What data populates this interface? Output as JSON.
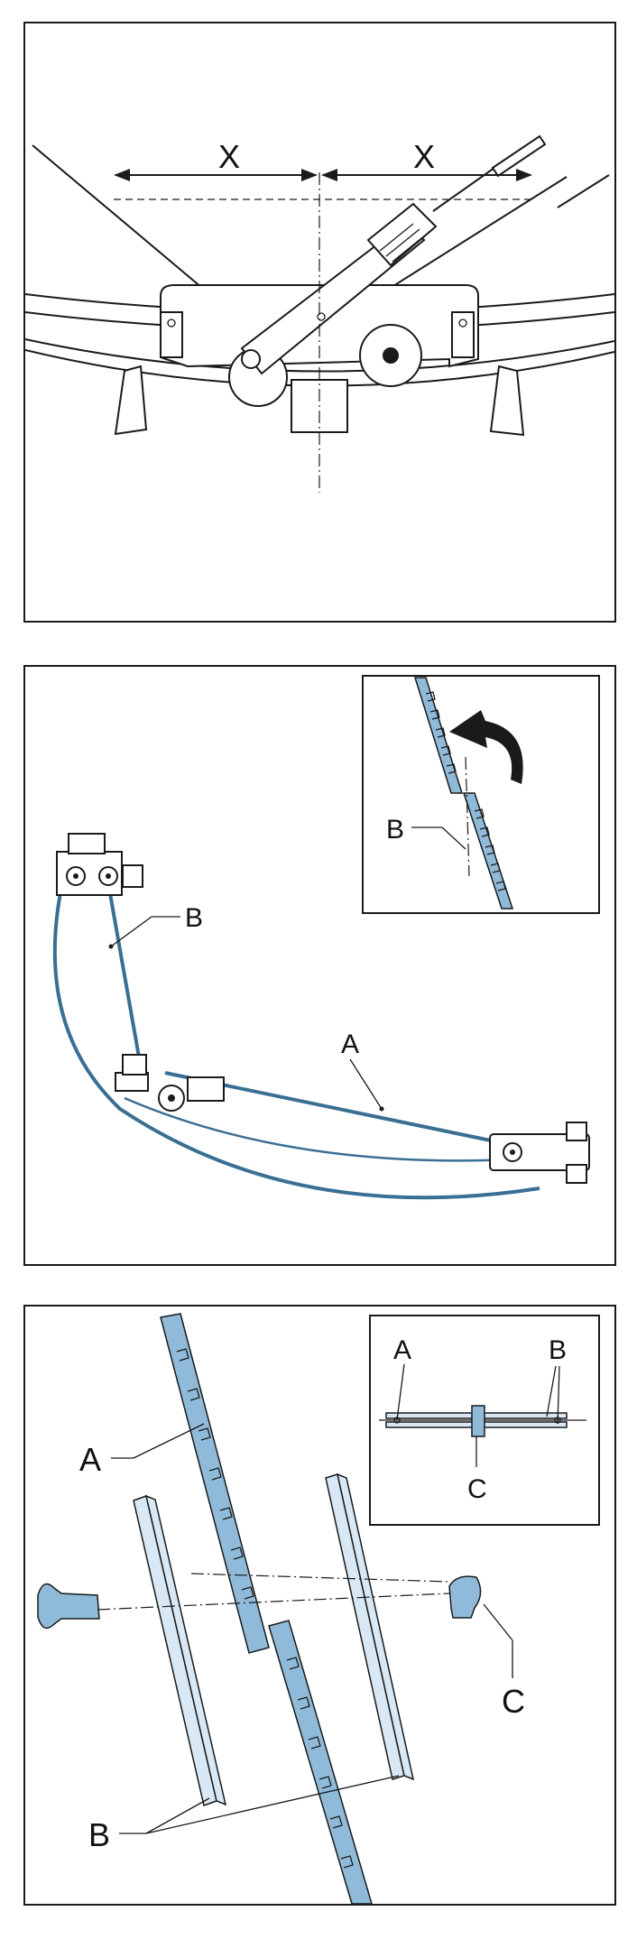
{
  "panels": [
    {
      "id": "panel-1",
      "labels": {
        "x_left": "X",
        "x_right": "X"
      }
    },
    {
      "id": "panel-2",
      "labels": {
        "a": "A",
        "b_main": "B",
        "b_inset": "B"
      }
    },
    {
      "id": "panel-3",
      "labels": {
        "a_main": "A",
        "b_main": "B",
        "c_main": "C",
        "a_inset": "A",
        "b_inset": "B",
        "c_inset": "C"
      }
    }
  ],
  "colors": {
    "belt_blue": "#8fbad9",
    "plate_light_blue": "#d8e8f4",
    "line": "#1a1a1a"
  }
}
